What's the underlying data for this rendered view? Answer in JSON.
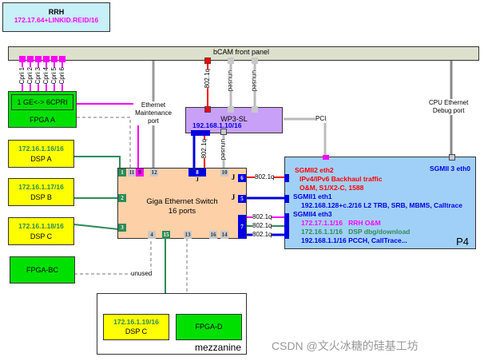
{
  "rrh": {
    "title": "RRH",
    "ip": "172.17.64+LINKID.REID/16"
  },
  "front_panel": {
    "label": "bCAM front panel"
  },
  "cpri_ports": [
    "Cpri 1",
    "Cpri 2",
    "Cpri 3",
    "Cpri 4",
    "Cpri 5",
    "Cpri 6"
  ],
  "fpga_a": {
    "inner": "1 GE<-> 6CPRI",
    "label": "FPGA A"
  },
  "eth_maint": {
    "line1": "Ethernet",
    "line2": "Maintenance",
    "line3": "port"
  },
  "wp3": {
    "name": "WP3-SL",
    "ip": "192.168.1.10/16"
  },
  "pci_label": "PCI",
  "cpu_debug": {
    "line1": "CPU Ethernet",
    "line2": "Debug port"
  },
  "dsp_a": {
    "ip": "172.16.1.16/16",
    "name": "DSP A"
  },
  "dsp_b": {
    "ip": "172.16.1.17/16",
    "name": "DSP B"
  },
  "dsp_c": {
    "ip": "172.16.1.18/16",
    "name": "DSP C"
  },
  "fpga_bc": {
    "name": "FPGA-BC"
  },
  "switch": {
    "line1": "Giga Ethernet Switch",
    "line2": "16 ports",
    "ports": {
      "p1": "1",
      "p2": "2",
      "p3": "3",
      "p4": "4",
      "p5": "5",
      "p6": "6",
      "p7": "7",
      "p8": "8",
      "p9": "9",
      "p10": "10",
      "p11": "11",
      "p12": "12",
      "p13": "13",
      "p14": "14",
      "p15": "15",
      "p16": "16"
    },
    "jumbo": "J"
  },
  "tags": {
    "q8021": "802.1q",
    "unused": "unused"
  },
  "p4": {
    "name": "P4",
    "sgmii3": "SGMII 3 eth0",
    "sgmii2": "SGMII2 eth2",
    "sgmii2_l1": "IPv4/IPv6 Backhaul traffic",
    "sgmii2_l2": "O&M, S1/X2-C, 1588",
    "sgmii1": "SGMII1 eth1",
    "sgmii1_l1": "192.168.128+c.2/16 L2 TRB, SRB, MBMS, Calltrace",
    "sgmii4": "SGMII4 eth3",
    "sgmii4_l1": "172.17.1.1/16   RRH O&M",
    "sgmii4_l2": "172.16.1.1/16   DSP dbg/download",
    "sgmii4_l3": "192.168.1.1/16 PCCH, CallTrace..."
  },
  "mezzanine": {
    "label": "mezzanine",
    "dsp_ip": "172.16.1.19/16",
    "dsp_name": "DSP C",
    "fpga": "FPGA-D"
  },
  "watermark": "CSDN @文火冰糖的硅基工坊",
  "colors": {
    "red": "#ff0000",
    "blue": "#0000e0",
    "magenta": "#ff00ff",
    "green": "#2e8b57",
    "gray": "#bdbdbd"
  }
}
